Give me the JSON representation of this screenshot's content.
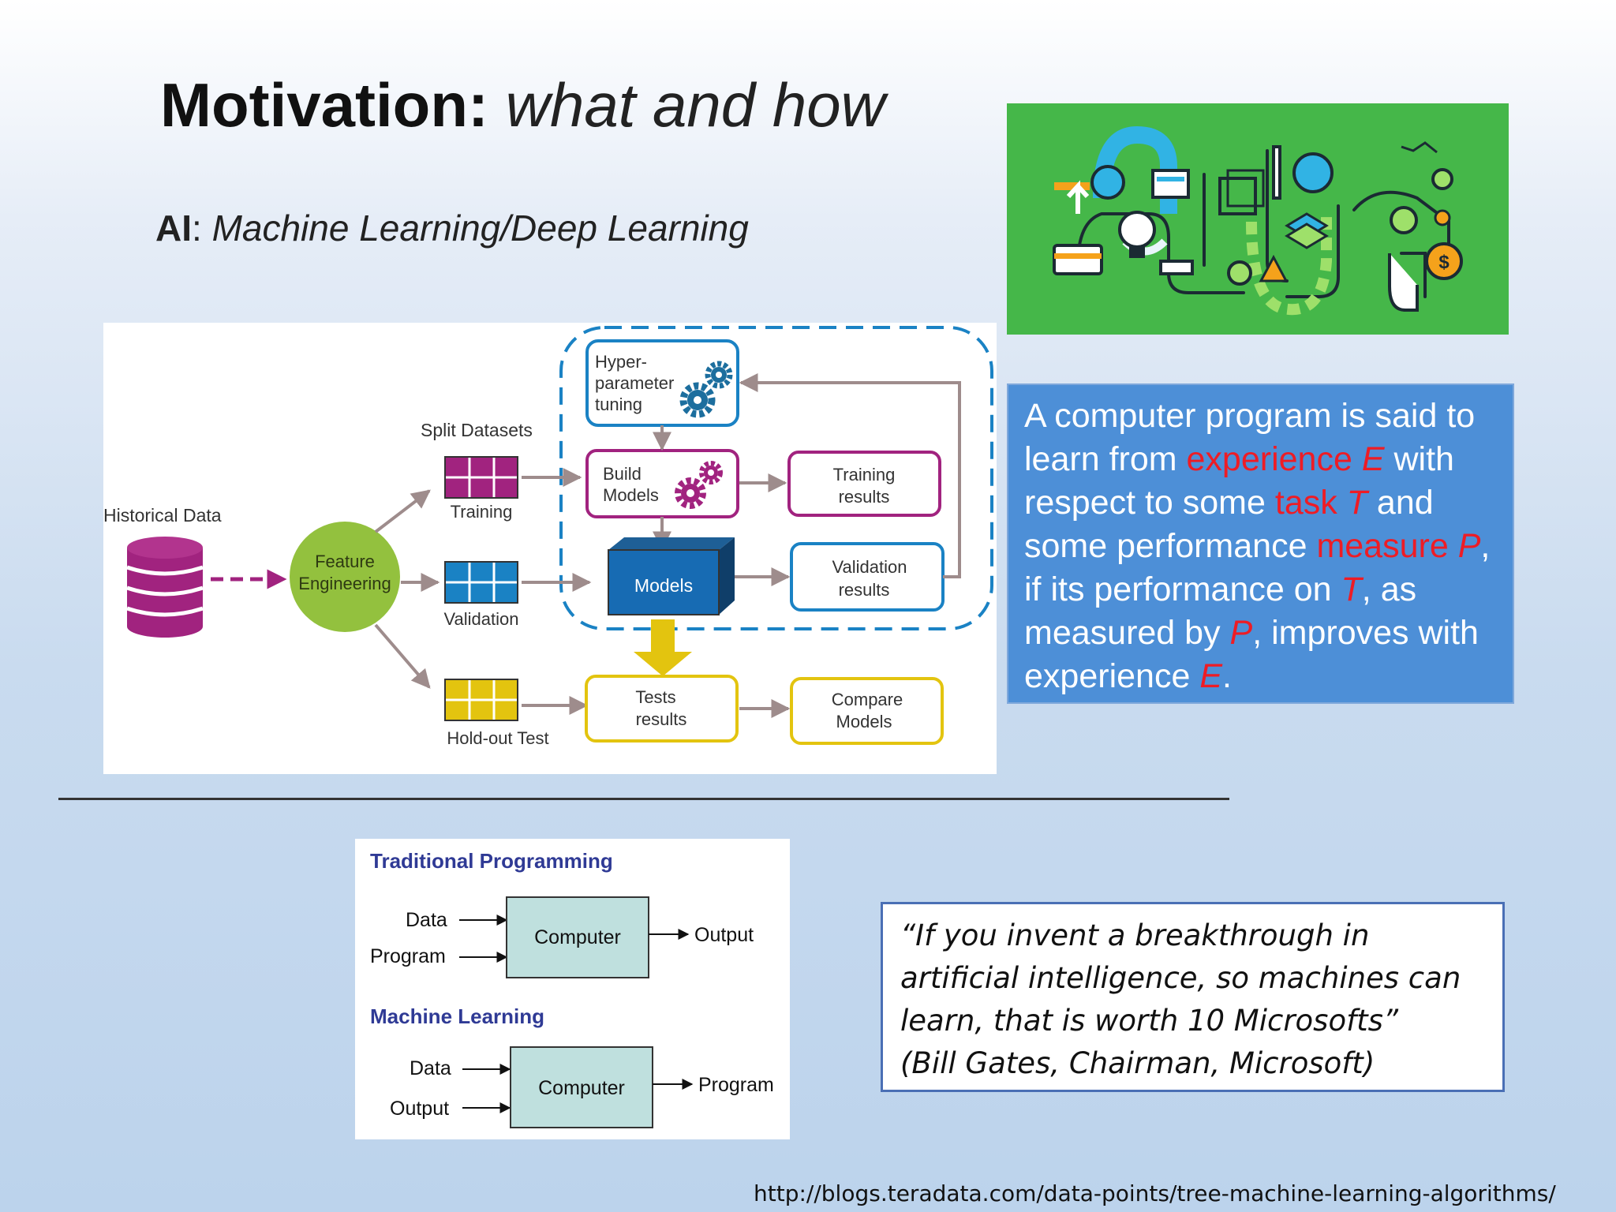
{
  "slide": {
    "title_bold": "Motivation:",
    "title_italic": "what and how",
    "subtitle_bold": "AI",
    "subtitle_sep": ":",
    "subtitle_italic": "Machine Learning/Deep Learning"
  },
  "workflow": {
    "historical_data": "Historical Data",
    "feature": [
      "Feature",
      "Engineering"
    ],
    "split_datasets": "Split Datasets",
    "training": "Training",
    "validation": "Validation",
    "holdout": "Hold-out Test",
    "hyper": [
      "Hyper-",
      "parameter",
      "tuning"
    ],
    "build": [
      "Build",
      "Models"
    ],
    "models": "Models",
    "training_results": [
      "Training",
      "results"
    ],
    "validation_results": [
      "Validation",
      "results"
    ],
    "tests_results": [
      "Tests",
      "results"
    ],
    "compare_models": [
      "Compare",
      "Models"
    ],
    "colors": {
      "purple": "#a1237f",
      "blue": "#1a82c4",
      "yellow": "#e3c40f",
      "green": "#93c13e",
      "arrow": "#9e8c8c"
    }
  },
  "definition": {
    "p1": "A computer program is said to learn from ",
    "experience": "experience ",
    "E1": "E",
    "p2": " with respect to some ",
    "task": "task ",
    "T1": "T",
    "p3": " and some performance ",
    "measure": "measure ",
    "P1": "P",
    "p4": ", if its performance on ",
    "T2": "T",
    "p5": ", as measured by ",
    "P2": "P",
    "p6": ", improves with experience ",
    "E2": "E",
    "p7": "."
  },
  "paradigms": {
    "traditional_title": "Traditional Programming",
    "ml_title": "Machine Learning",
    "data": "Data",
    "program": "Program",
    "computer": "Computer",
    "output": "Output",
    "title_color": "#2f3a95",
    "box_color": "#bfe0de"
  },
  "quote": {
    "line1": "“If you invent a breakthrough in",
    "line2": "artificial intelligence, so machines can",
    "line3": "learn, that is worth 10 Microsofts”",
    "line4": "(Bill Gates, Chairman, Microsoft)"
  },
  "source": "http://blogs.teradata.com/data-points/tree-machine-learning-algorithms/"
}
